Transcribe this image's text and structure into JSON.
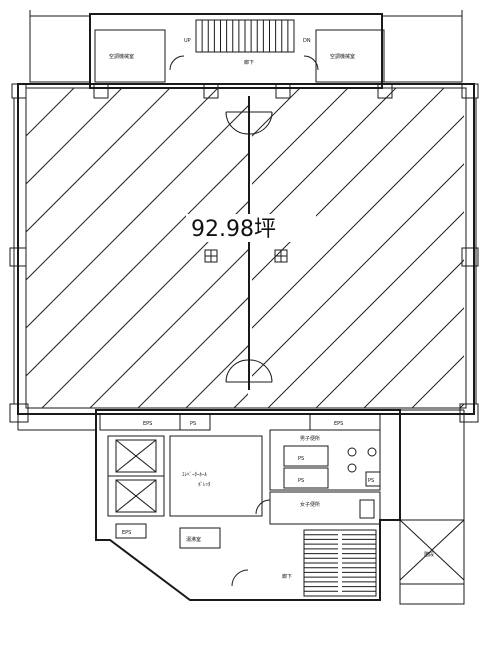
{
  "floor_area_label": "92.98坪",
  "labels": {
    "ac_room_left": "空調機械室",
    "ac_room_right": "空調機械室",
    "corridor_top": "廊下",
    "up_top": "UP",
    "dn_top": "DN",
    "eps_top_left": "EPS",
    "ps_top": "PS",
    "eps_top_right": "EPS",
    "elevator_hall": "ｴﾚﾍﾞｰﾀｰﾎｰﾙ",
    "elevator_sub": "ﾎﾟﾚｯﾀ",
    "mens_toilet": "男子便所",
    "womens_toilet": "女子便所",
    "ps_a": "PS",
    "ps_b": "PS",
    "ps_c": "PS",
    "eps_bottom": "EPS",
    "corridor_bottom": "廊下",
    "balcony": "階段",
    "kitchen": "湯沸室"
  }
}
